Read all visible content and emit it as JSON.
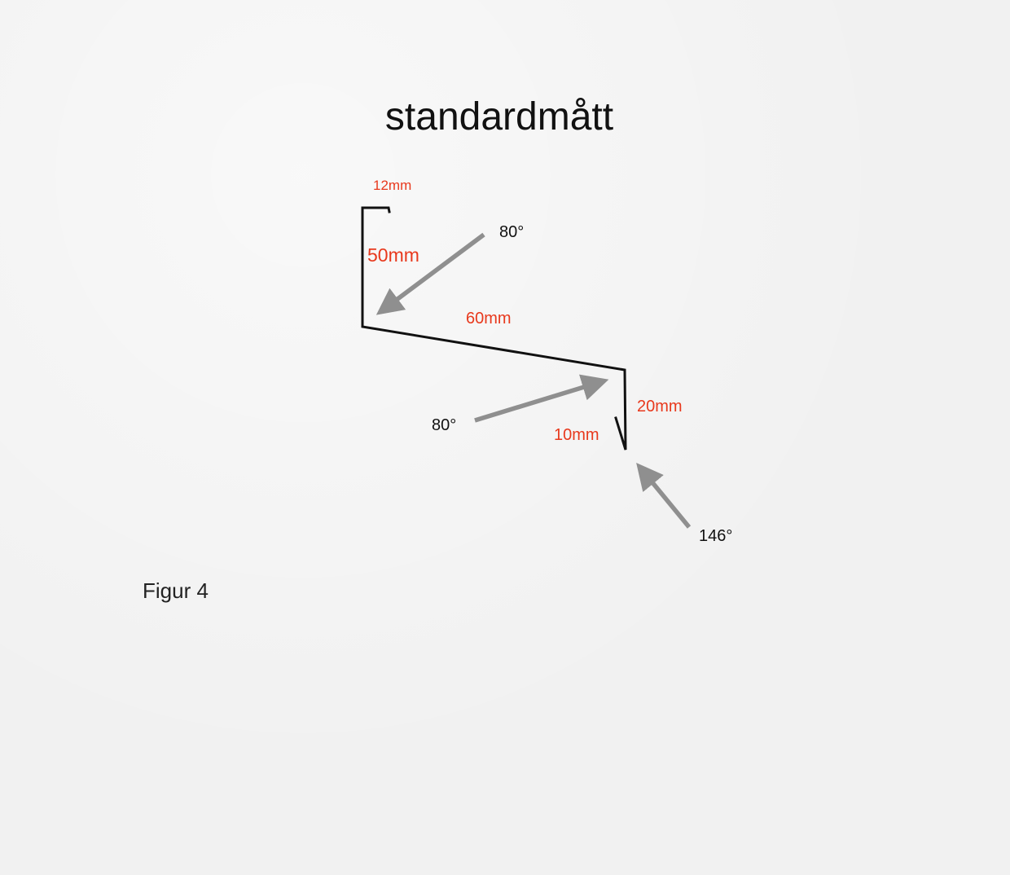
{
  "title": "standardmått",
  "caption": "Figur 4",
  "dimensions": {
    "fold": "12mm",
    "vertical": "50mm",
    "slope": "60mm",
    "drop": "20mm",
    "hem": "10mm"
  },
  "angles": {
    "top": "80°",
    "middle": "80°",
    "bottom": "146°"
  },
  "colors": {
    "profile_line": "#111111",
    "dimension_text": "#e8391d",
    "arrow": "#8f8f8f"
  }
}
